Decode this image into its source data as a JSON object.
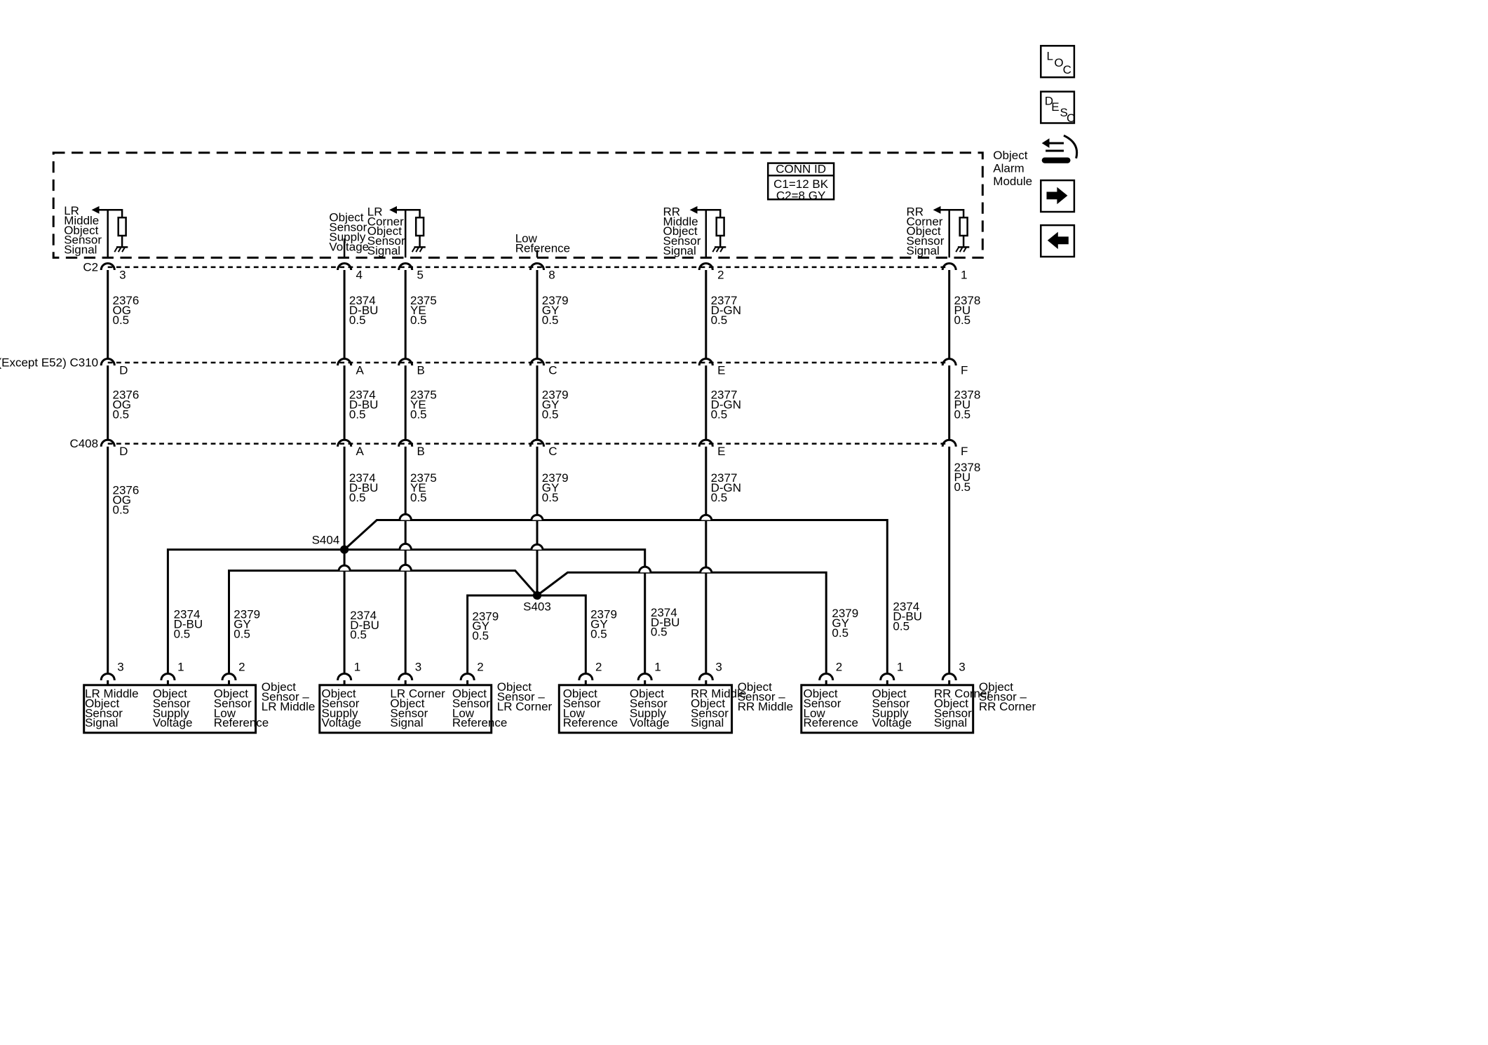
{
  "module": {
    "name": [
      "Object",
      "Alarm",
      "Module"
    ],
    "conn_id_header": "CONN ID",
    "conn_id_lines": [
      "C1=12 BK",
      "C2=8 GY"
    ],
    "inputs": [
      {
        "id": "lr-middle",
        "label": [
          "LR",
          "Middle",
          "Object",
          "Sensor",
          "Signal"
        ]
      },
      {
        "id": "supply",
        "label": [
          "Object",
          "Sensor",
          "Supply",
          "Voltage"
        ]
      },
      {
        "id": "lr-corner",
        "label": [
          "LR",
          "Corner",
          "Object",
          "Sensor",
          "Signal"
        ]
      },
      {
        "id": "low-ref",
        "label": [
          "Low",
          "Reference"
        ]
      },
      {
        "id": "rr-middle",
        "label": [
          "RR",
          "Middle",
          "Object",
          "Sensor",
          "Signal"
        ]
      },
      {
        "id": "rr-corner",
        "label": [
          "RR",
          "Corner",
          "Object",
          "Sensor",
          "Signal"
        ]
      }
    ]
  },
  "connectors": {
    "c2": {
      "name": "C2",
      "pins": [
        "3",
        "4",
        "5",
        "8",
        "2",
        "1"
      ]
    },
    "c310": {
      "name": "(Except E52) C310",
      "pins": [
        "D",
        "A",
        "B",
        "C",
        "E",
        "F"
      ]
    },
    "c408": {
      "name": "C408",
      "pins": [
        "D",
        "A",
        "B",
        "C",
        "E",
        "F"
      ]
    }
  },
  "wires": {
    "seg1": [
      [
        "2376",
        "OG",
        "0.5"
      ],
      [
        "2374",
        "D-BU",
        "0.5"
      ],
      [
        "2375",
        "YE",
        "0.5"
      ],
      [
        "2379",
        "GY",
        "0.5"
      ],
      [
        "2377",
        "D-GN",
        "0.5"
      ],
      [
        "2378",
        "PU",
        "0.5"
      ]
    ],
    "seg2": [
      [
        "2376",
        "OG",
        "0.5"
      ],
      [
        "2374",
        "D-BU",
        "0.5"
      ],
      [
        "2375",
        "YE",
        "0.5"
      ],
      [
        "2379",
        "GY",
        "0.5"
      ],
      [
        "2377",
        "D-GN",
        "0.5"
      ],
      [
        "2378",
        "PU",
        "0.5"
      ]
    ],
    "seg3": [
      [
        "2376",
        "OG",
        "0.5"
      ],
      [
        "2374",
        "D-BU",
        "0.5"
      ],
      [
        "2375",
        "YE",
        "0.5"
      ],
      [
        "2379",
        "GY",
        "0.5"
      ],
      [
        "2377",
        "D-GN",
        "0.5"
      ],
      [
        "2378",
        "PU",
        "0.5"
      ]
    ],
    "branches": {
      "lrm_supply": [
        "2374",
        "D-BU",
        "0.5"
      ],
      "lrm_low": [
        "2379",
        "GY",
        "0.5"
      ],
      "lrc_supply": [
        "2374",
        "D-BU",
        "0.5"
      ],
      "lrc_low": [
        "2379",
        "GY",
        "0.5"
      ],
      "rrm_low": [
        "2379",
        "GY",
        "0.5"
      ],
      "rrm_supply": [
        "2374",
        "D-BU",
        "0.5"
      ],
      "rrc_low": [
        "2379",
        "GY",
        "0.5"
      ],
      "rrc_supply": [
        "2374",
        "D-BU",
        "0.5"
      ]
    }
  },
  "splices": {
    "s404": "S404",
    "s403": "S403"
  },
  "sensors": [
    {
      "name": [
        "Object",
        "Sensor –",
        "LR Middle"
      ],
      "pins": [
        {
          "num": "3",
          "label": [
            "LR Middle",
            "Object",
            "Sensor",
            "Signal"
          ]
        },
        {
          "num": "1",
          "label": [
            "Object",
            "Sensor",
            "Supply",
            "Voltage"
          ]
        },
        {
          "num": "2",
          "label": [
            "Object",
            "Sensor",
            "Low",
            "Reference"
          ]
        }
      ]
    },
    {
      "name": [
        "Object",
        "Sensor –",
        "LR Corner"
      ],
      "pins": [
        {
          "num": "1",
          "label": [
            "Object",
            "Sensor",
            "Supply",
            "Voltage"
          ]
        },
        {
          "num": "3",
          "label": [
            "LR Corner",
            "Object",
            "Sensor",
            "Signal"
          ]
        },
        {
          "num": "2",
          "label": [
            "Object",
            "Sensor",
            "Low",
            "Reference"
          ]
        }
      ]
    },
    {
      "name": [
        "Object",
        "Sensor –",
        "RR Middle"
      ],
      "pins": [
        {
          "num": "2",
          "label": [
            "Object",
            "Sensor",
            "Low",
            "Reference"
          ]
        },
        {
          "num": "1",
          "label": [
            "Object",
            "Sensor",
            "Supply",
            "Voltage"
          ]
        },
        {
          "num": "3",
          "label": [
            "RR Middle",
            "Object",
            "Sensor",
            "Signal"
          ]
        }
      ]
    },
    {
      "name": [
        "Object",
        "Sensor –",
        "RR Corner"
      ],
      "pins": [
        {
          "num": "2",
          "label": [
            "Object",
            "Sensor",
            "Low",
            "Reference"
          ]
        },
        {
          "num": "1",
          "label": [
            "Object",
            "Sensor",
            "Supply",
            "Voltage"
          ]
        },
        {
          "num": "3",
          "label": [
            "RR Corner",
            "Object",
            "Sensor",
            "Signal"
          ]
        }
      ]
    }
  ],
  "nav": {
    "loc": [
      "L",
      "O",
      "C"
    ],
    "desc": [
      "D",
      "E",
      "S",
      "C"
    ],
    "icons": [
      "connector-wrench-icon",
      "arrow-right-icon",
      "arrow-left-icon"
    ]
  }
}
